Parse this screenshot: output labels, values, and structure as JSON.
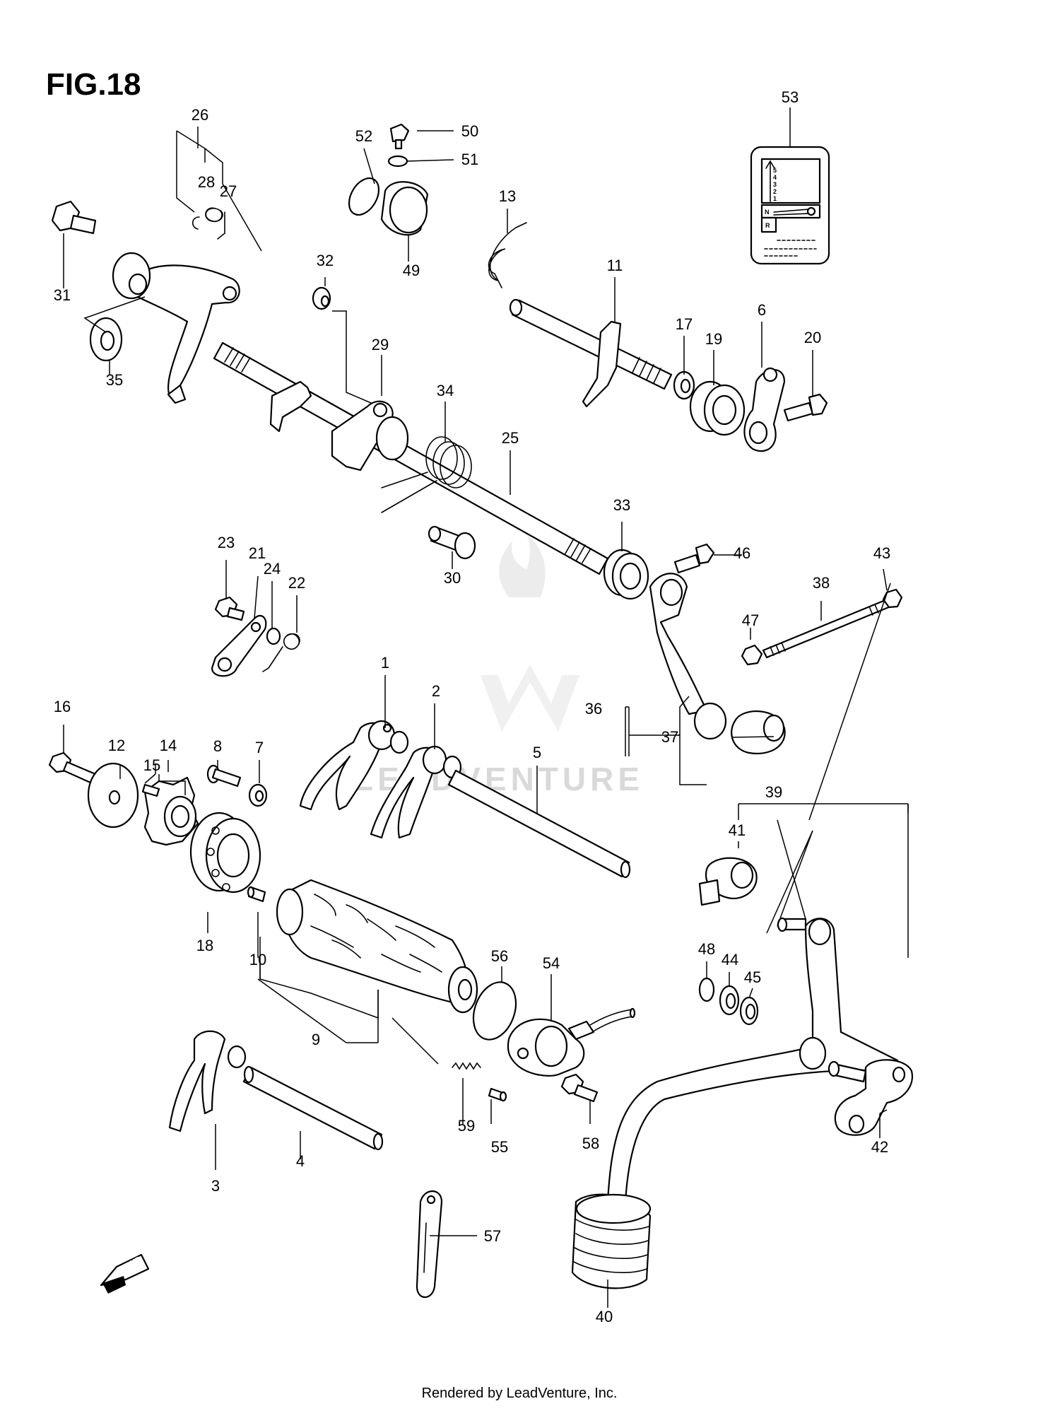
{
  "figure_title": "FIG.18",
  "credit": "Rendered by LeadVenture, Inc.",
  "watermark": "LEADVENTURE",
  "fwd_label": "FWD",
  "indicator_plate": {
    "gears": [
      "5",
      "4",
      "3",
      "2",
      "1"
    ],
    "neutral": "N",
    "reverse": "R"
  },
  "callouts": [
    "1",
    "2",
    "3",
    "4",
    "5",
    "6",
    "7",
    "8",
    "9",
    "10",
    "11",
    "12",
    "13",
    "14",
    "15",
    "16",
    "17",
    "18",
    "19",
    "20",
    "21",
    "22",
    "23",
    "24",
    "25",
    "26",
    "27",
    "28",
    "29",
    "30",
    "31",
    "32",
    "33",
    "34",
    "35",
    "36",
    "37",
    "38",
    "39",
    "40",
    "41",
    "42",
    "43",
    "44",
    "45",
    "46",
    "47",
    "48",
    "49",
    "50",
    "51",
    "52",
    "53",
    "54",
    "55",
    "56",
    "57",
    "58",
    "59"
  ]
}
